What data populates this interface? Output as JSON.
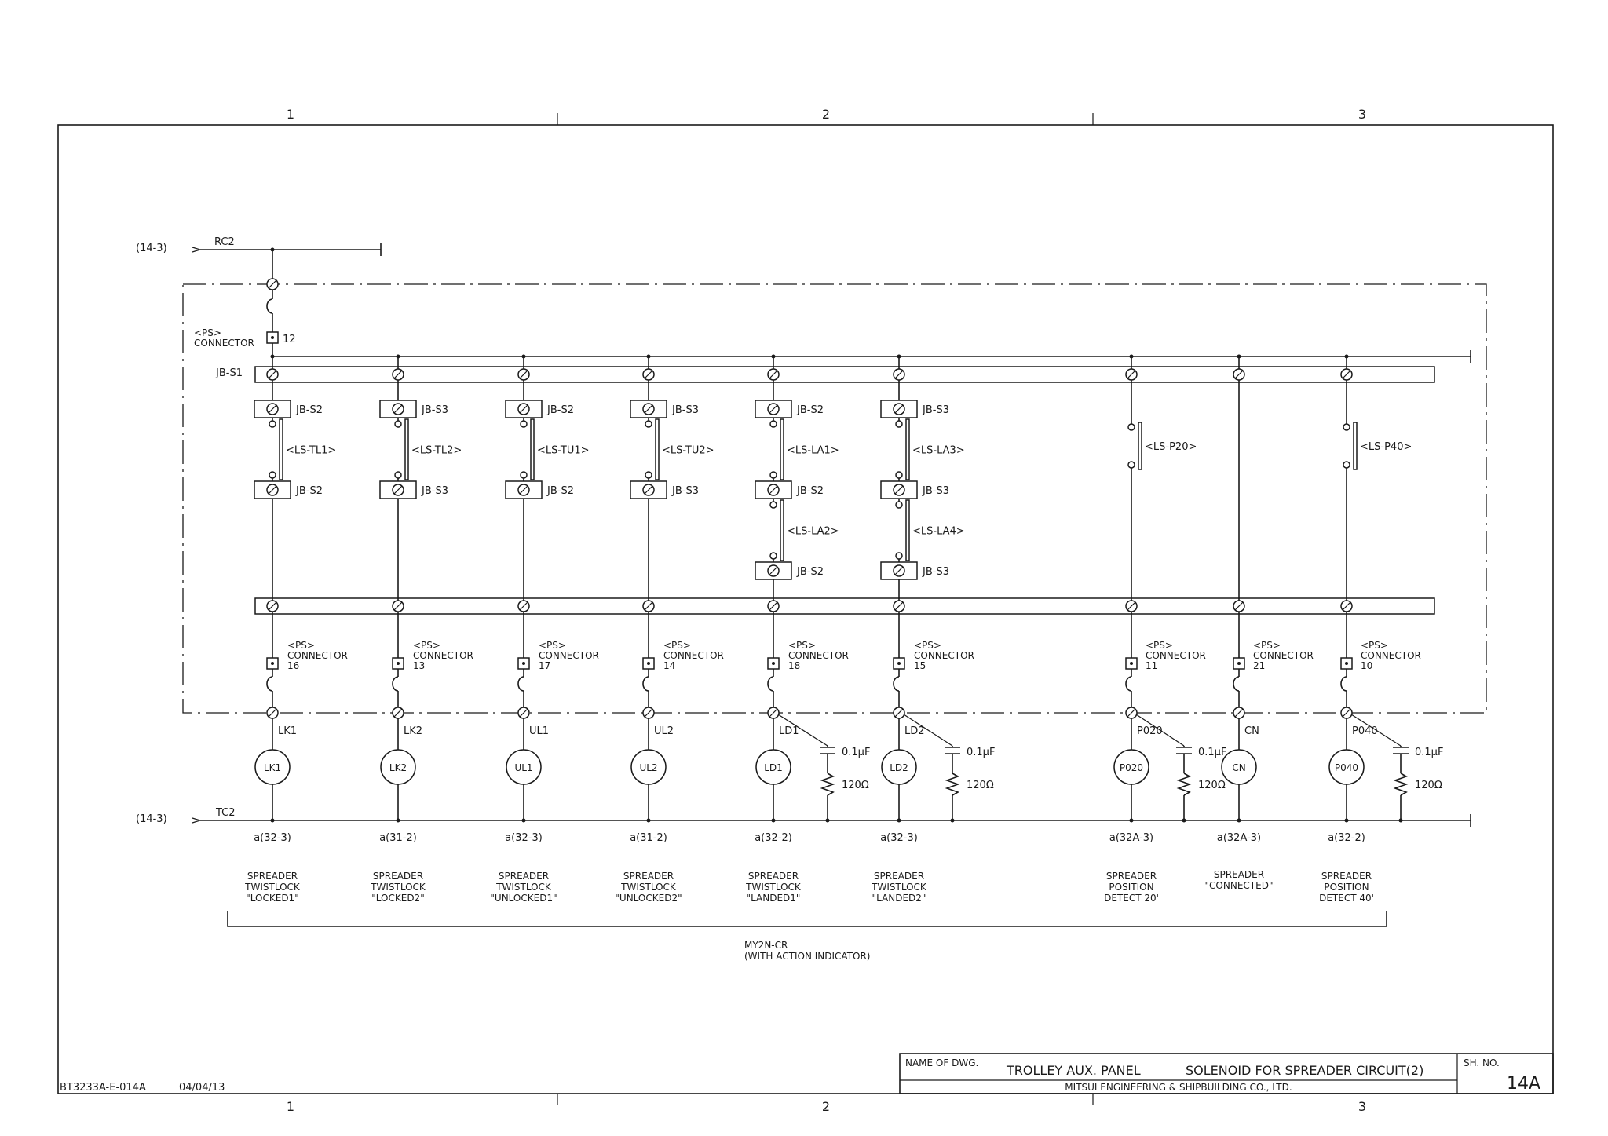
{
  "zones": [
    "1",
    "2",
    "3"
  ],
  "feeds": {
    "top_ref": "(14-3)",
    "top_wire": "RC2",
    "bottom_ref": "(14-3)",
    "bottom_wire": "TC2"
  },
  "common": {
    "ps_tag": "<PS>",
    "connector_label": "CONNECTOR",
    "main_connector_no": "12",
    "jb_main": "JB-S1"
  },
  "circuits": [
    {
      "col": "LK1",
      "jb_top": "JB-S2",
      "limit_switch": "<LS-TL1>",
      "jb_mid": "JB-S2",
      "ps_tag": "<PS>",
      "connector": "CONNECTOR",
      "connector_no": "16",
      "wire": "LK1",
      "coil": "LK1",
      "contact": "a(32-3)",
      "desc": [
        "SPREADER",
        "TWISTLOCK",
        "\"LOCKED1\""
      ]
    },
    {
      "col": "LK2",
      "jb_top": "JB-S3",
      "limit_switch": "<LS-TL2>",
      "jb_mid": "JB-S3",
      "ps_tag": "<PS>",
      "connector": "CONNECTOR",
      "connector_no": "13",
      "wire": "LK2",
      "coil": "LK2",
      "contact": "a(31-2)",
      "desc": [
        "SPREADER",
        "TWISTLOCK",
        "\"LOCKED2\""
      ]
    },
    {
      "col": "UL1",
      "jb_top": "JB-S2",
      "limit_switch": "<LS-TU1>",
      "jb_mid": "JB-S2",
      "ps_tag": "<PS>",
      "connector": "CONNECTOR",
      "connector_no": "17",
      "wire": "UL1",
      "coil": "UL1",
      "contact": "a(32-3)",
      "desc": [
        "SPREADER",
        "TWISTLOCK",
        "\"UNLOCKED1\""
      ]
    },
    {
      "col": "UL2",
      "jb_top": "JB-S3",
      "limit_switch": "<LS-TU2>",
      "jb_mid": "JB-S3",
      "ps_tag": "<PS>",
      "connector": "CONNECTOR",
      "connector_no": "14",
      "wire": "UL2",
      "coil": "UL2",
      "contact": "a(31-2)",
      "desc": [
        "SPREADER",
        "TWISTLOCK",
        "\"UNLOCKED2\""
      ]
    },
    {
      "col": "LD1",
      "jb_top": "JB-S2",
      "limit_switch": "<LS-LA1>",
      "jb_mid": "JB-S2",
      "limit_switch_2": "<LS-LA2>",
      "jb_low": "JB-S2",
      "ps_tag": "<PS>",
      "connector": "CONNECTOR",
      "connector_no": "18",
      "wire": "LD1",
      "coil": "LD1",
      "contact": "a(32-2)",
      "cap": "0.1μF",
      "res": "120Ω",
      "desc": [
        "SPREADER",
        "TWISTLOCK",
        "\"LANDED1\""
      ]
    },
    {
      "col": "LD2",
      "jb_top": "JB-S3",
      "limit_switch": "<LS-LA3>",
      "jb_mid": "JB-S3",
      "limit_switch_2": "<LS-LA4>",
      "jb_low": "JB-S3",
      "ps_tag": "<PS>",
      "connector": "CONNECTOR",
      "connector_no": "15",
      "wire": "LD2",
      "coil": "LD2",
      "contact": "a(32-3)",
      "cap": "0.1μF",
      "res": "120Ω",
      "desc": [
        "SPREADER",
        "TWISTLOCK",
        "\"LANDED2\""
      ]
    },
    {
      "col": "P020",
      "limit_switch": "<LS-P20>",
      "ps_tag": "<PS>",
      "connector": "CONNECTOR",
      "connector_no": "11",
      "wire": "P020",
      "coil": "P020",
      "contact": "a(32A-3)",
      "cap": "0.1μF",
      "res": "120Ω",
      "desc": [
        "SPREADER",
        "POSITION",
        "DETECT 20'"
      ]
    },
    {
      "col": "CN",
      "ps_tag": "<PS>",
      "connector": "CONNECTOR",
      "connector_no": "21",
      "wire": "CN",
      "coil": "CN",
      "contact": "a(32A-3)",
      "desc": [
        "SPREADER",
        "\"CONNECTED\""
      ]
    },
    {
      "col": "P040",
      "limit_switch": "<LS-P40>",
      "ps_tag": "<PS>",
      "connector": "CONNECTOR",
      "connector_no": "10",
      "wire": "P040",
      "coil": "P040",
      "contact": "a(32-2)",
      "cap": "0.1μF",
      "res": "120Ω",
      "desc": [
        "SPREADER",
        "POSITION",
        "DETECT 40'"
      ]
    }
  ],
  "relay_note": [
    "MY2N-CR",
    "(WITH ACTION INDICATOR)"
  ],
  "title_block": {
    "name_label": "NAME OF DWG.",
    "name_1": "TROLLEY AUX. PANEL",
    "name_2": "SOLENOID FOR SPREADER CIRCUIT(2)",
    "company": "MITSUI ENGINEERING & SHIPBUILDING CO., LTD.",
    "sheet_label": "SH. NO.",
    "sheet_no": "14A"
  },
  "drawing_id": "BT3233A-E-014A",
  "date": "04/04/13"
}
